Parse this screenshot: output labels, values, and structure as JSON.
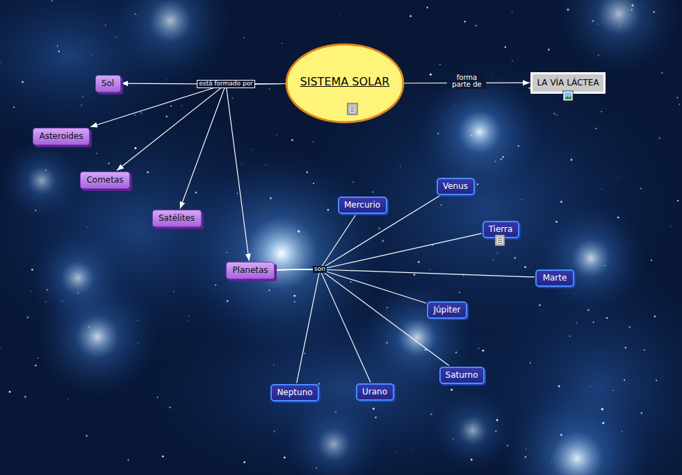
{
  "diagram": {
    "nodes": [
      {
        "text": [
          "SISTEMA SOLAR"
        ]
      },
      {
        "text": [
          "LA VÍA LÁCTEA"
        ]
      },
      {
        "text": [
          "Sol"
        ]
      },
      {
        "text": [
          "Asteroides"
        ]
      },
      {
        "text": [
          "Cometas"
        ]
      },
      {
        "text": [
          "Satélites"
        ]
      },
      {
        "text": [
          "Planetas"
        ]
      },
      {
        "text": [
          "Mercurio"
        ]
      },
      {
        "text": [
          "Venus"
        ]
      },
      {
        "text": [
          "Tierra"
        ]
      },
      {
        "text": [
          "Marte"
        ]
      },
      {
        "text": [
          "Júpiter"
        ]
      },
      {
        "text": [
          "Saturno"
        ]
      },
      {
        "text": [
          "Urano"
        ]
      },
      {
        "text": [
          "Neptuno"
        ]
      }
    ],
    "edges": [
      {
        "from": 0,
        "to": 2,
        "label": "está formado por",
        "arrow": "to"
      },
      {
        "from": 0,
        "to": 3,
        "arrow": "to"
      },
      {
        "from": 0,
        "to": 4,
        "arrow": "to"
      },
      {
        "from": 0,
        "to": 5,
        "arrow": "to"
      },
      {
        "from": 0,
        "to": 6,
        "arrow": "to"
      },
      {
        "from": 0,
        "to": 1,
        "label": "forma parte de",
        "arrow": "to"
      },
      {
        "from": 6,
        "to": 7,
        "label": "son",
        "arrow": "none"
      },
      {
        "from": 6,
        "to": 8,
        "arrow": "none"
      },
      {
        "from": 6,
        "to": 9,
        "arrow": "none"
      },
      {
        "from": 6,
        "to": 10,
        "arrow": "none"
      },
      {
        "from": 6,
        "to": 11,
        "arrow": "none"
      },
      {
        "from": 6,
        "to": 12,
        "arrow": "none"
      },
      {
        "from": 6,
        "to": 13,
        "arrow": "none"
      },
      {
        "from": 6,
        "to": 14,
        "arrow": "none"
      }
    ]
  }
}
